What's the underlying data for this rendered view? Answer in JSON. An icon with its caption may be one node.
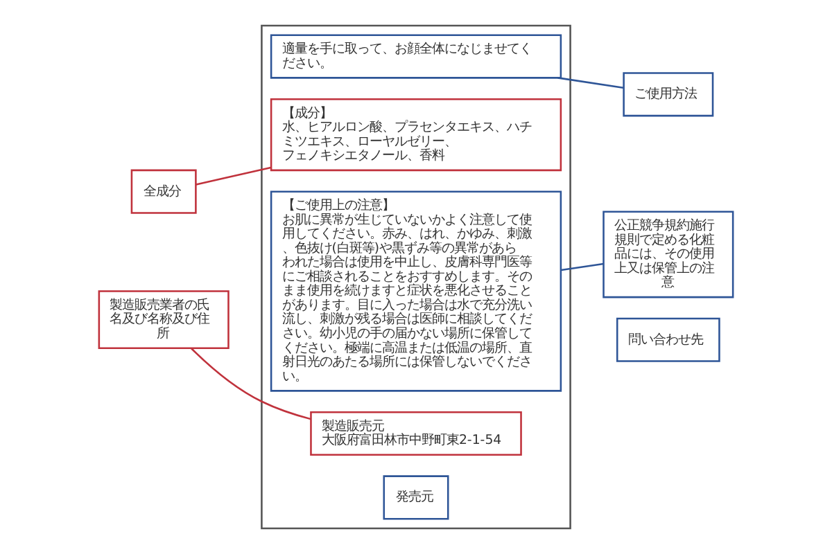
{
  "diagram": {
    "nodes": [
      {
        "text": [],
        "shape": "box"
      },
      {
        "text": [
          "適量を手に取って、お顔全体になじませてください。"
        ],
        "in": 0
      },
      {
        "text": [
          "【成分】",
          "水、ヒアルロン酸、プラセンタエキス、ハチミツエキス、ローヤルゼリー、",
          "フェノキシエタノール、香料"
        ],
        "in": 0
      },
      {
        "text": [
          "【ご使用上の注意】",
          "お肌に異常が生じていないかよく注意して使用してください。赤み、はれ、かゆみ、刺激、色抜け(白斑等)や黒ずみ等の異常があらわれた場合は使用を中止し、皮膚科専門医等にご相談されることをおすすめします。そのまま使用を続けますと症状を悪化させることがあります。目に入った場合は水で充分洗い流し、刺激が残る場合は医師に相談してください。幼小児の手の届かない場所に保管してください。極端に高温または低温の場所、直射日光のあたる場所には保管しないでください。"
        ],
        "in": 0
      },
      {
        "text": [
          "製造販売元",
          "大阪府富田林市中野町東2-1-54"
        ],
        "in": 0
      },
      {
        "text": [
          "発売元"
        ],
        "in": 0
      },
      {
        "text": [
          "全成分"
        ]
      },
      {
        "text": [
          "製造販売業者の氏名及び名称及び住所"
        ]
      },
      {
        "text": [
          "ご使用方法"
        ]
      },
      {
        "text": [
          "公正競争規約施行規則で定める化粧品には、その使用上又は保管上の注意"
        ]
      },
      {
        "text": [
          "問い合わせ先"
        ]
      }
    ],
    "edges": [
      {
        "from": 1,
        "to": 8,
        "arrow": "none",
        "color": "#2e5597"
      },
      {
        "from": 6,
        "to": 2,
        "arrow": "none",
        "color": "#c0323c"
      },
      {
        "from": 3,
        "to": 9,
        "arrow": "none",
        "color": "#2e5597"
      },
      {
        "from": 7,
        "to": 4,
        "arrow": "none",
        "color": "#c0323c"
      }
    ]
  }
}
